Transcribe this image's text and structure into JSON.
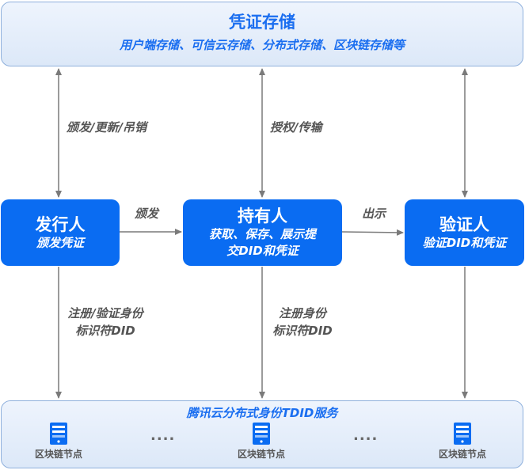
{
  "storage": {
    "title": "凭证存储",
    "subtitle": "用户端存储、可信云存储、分布式存储、区块链存储等"
  },
  "issuer": {
    "title": "发行人",
    "subtitle": "颁发凭证"
  },
  "holder": {
    "title": "持有人",
    "subtitle_line1": "获取、保存、展示提",
    "subtitle_line2": "交DID和凭证"
  },
  "verifier": {
    "title": "验证人",
    "subtitle": "验证DID和凭证"
  },
  "labels": {
    "issue_update_revoke": "颁发/更新/吊销",
    "authorize_transfer": "授权/传输",
    "issue": "颁发",
    "present": "出示",
    "register_verify_line1": "注册/验证身份",
    "register_verify_line2": "标识符DID",
    "register_line1": "注册身份",
    "register_line2": "标识符DID"
  },
  "service": {
    "title": "腾讯云分布式身份TDID服务",
    "nodes": [
      "区块链节点",
      "区块链节点",
      "区块链节点"
    ],
    "ellipsis": "....",
    "node_icon": "server-icon"
  },
  "colors": {
    "primary": "#0a6cf2",
    "band_border": "#8fb0dc",
    "arrow": "#7a7a7a"
  }
}
